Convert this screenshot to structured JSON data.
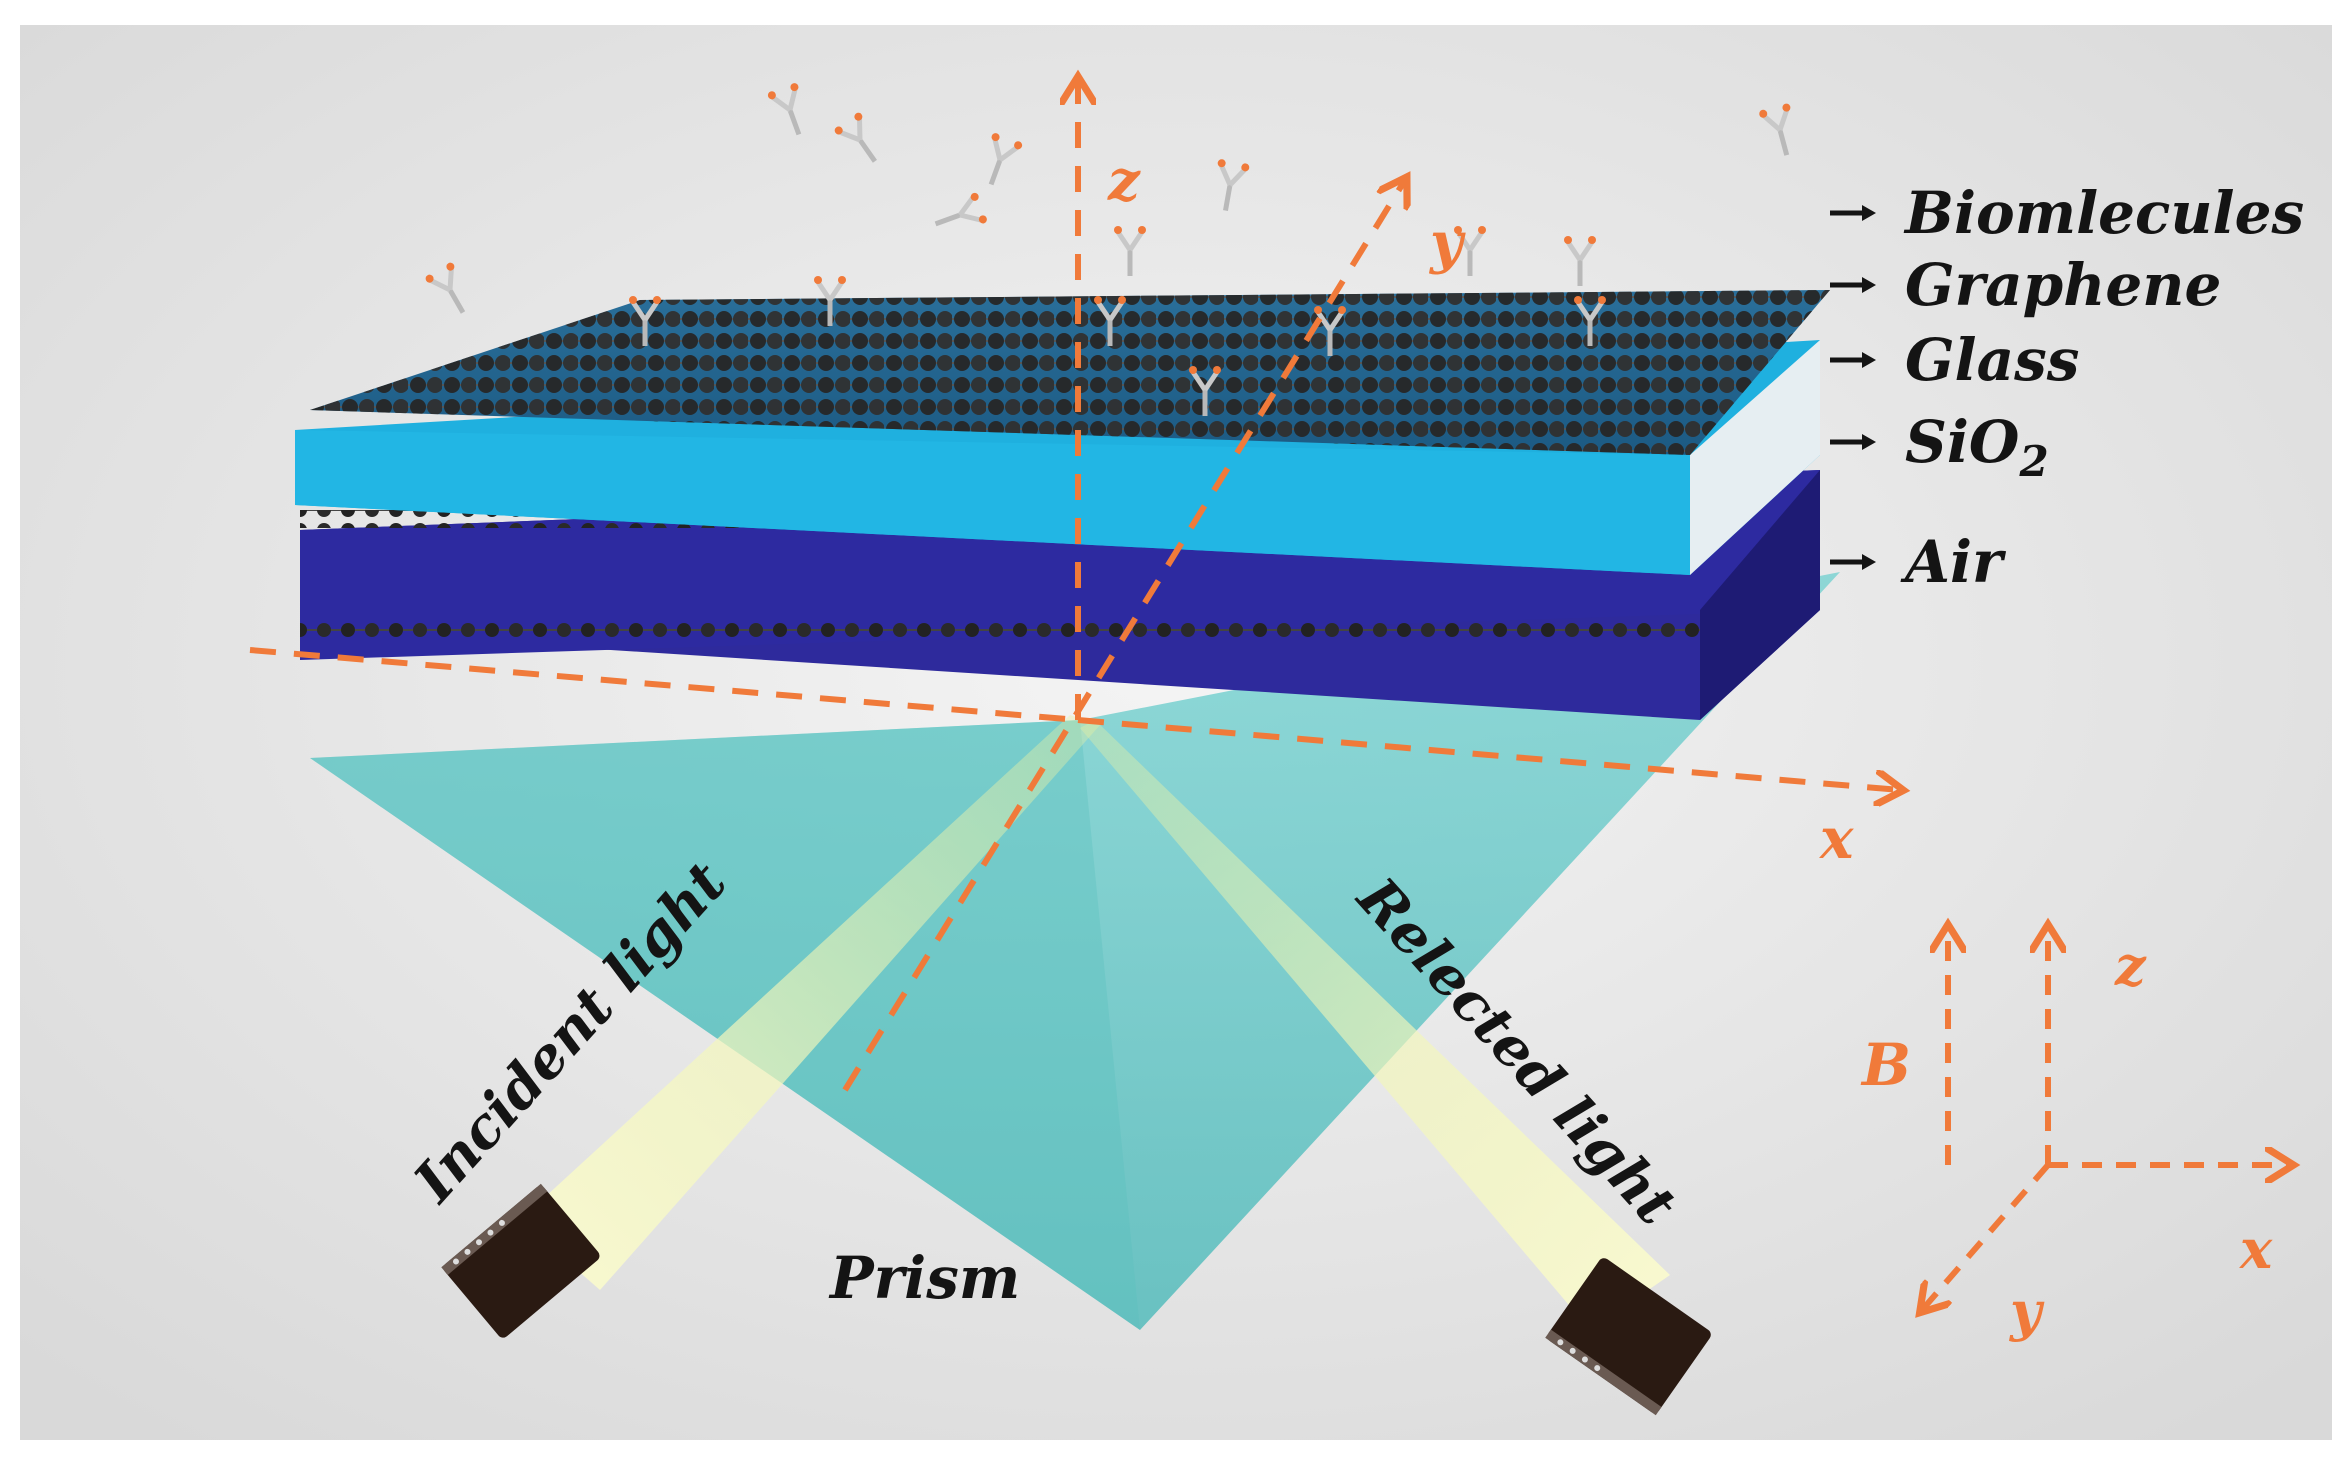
{
  "colors": {
    "axis": "#f07a3a",
    "glass": "#1fb4e0",
    "sio2": "#2a2a9a",
    "prism": "#5fc7c7",
    "atom": "#2b2b2b",
    "text": "#141414",
    "beam": "#f3f3a8",
    "source": "#2a1a12"
  },
  "layers": {
    "biomolecules": "Biomlecules",
    "graphene": "Graphene",
    "glass": "Glass",
    "sio2_base": "SiO",
    "sio2_sub": "2",
    "air": "Air"
  },
  "labels": {
    "prism": "Prism",
    "incident": "Incident light",
    "reflected": "Relected light"
  },
  "main_axes": {
    "x": "x",
    "y": "y",
    "z": "z"
  },
  "legend_axes": {
    "b": "B",
    "z": "z",
    "x": "x",
    "y": "y"
  },
  "icons": {
    "incident_source": "light-source-icon",
    "reflected_detector": "detector-icon",
    "biomolecule": "antibody-y-icon"
  }
}
